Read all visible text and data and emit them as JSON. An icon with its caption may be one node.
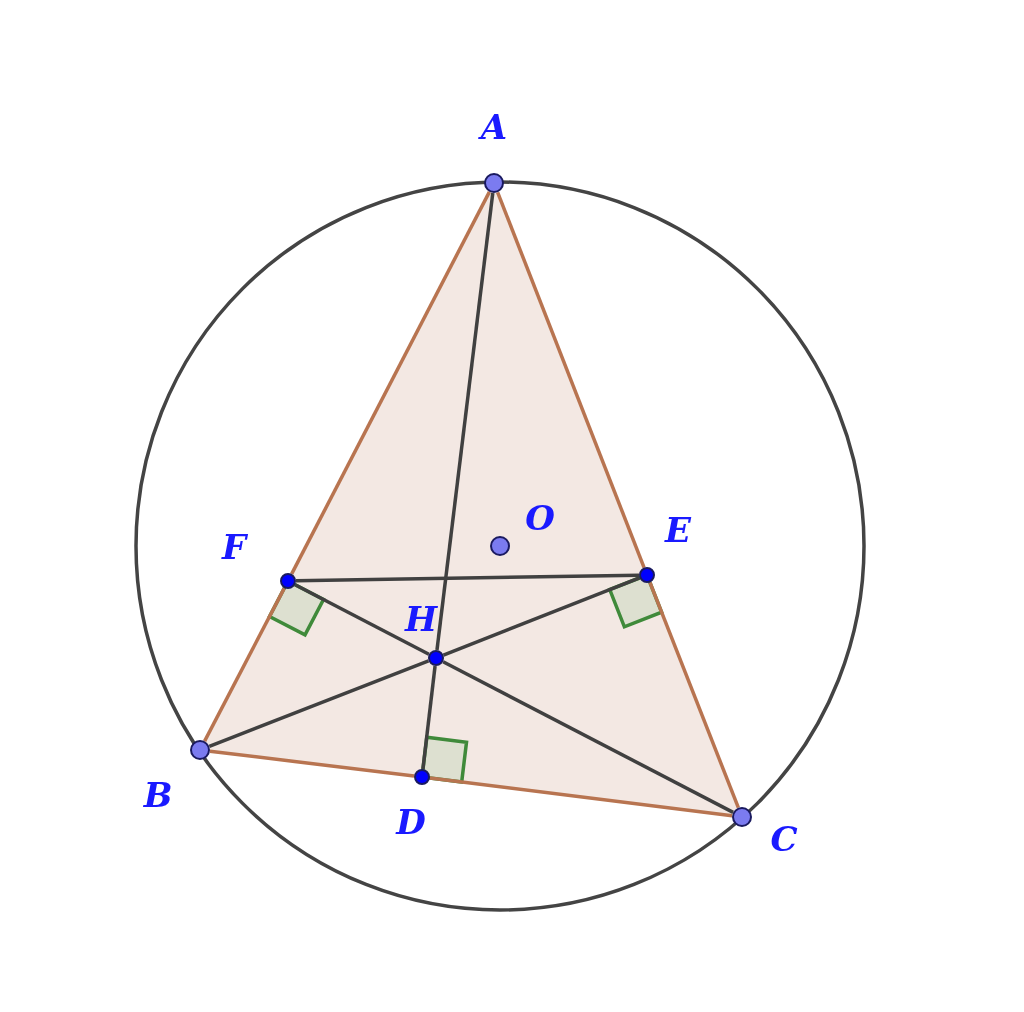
{
  "diagram": {
    "nodes": [
      {
        "text": [
          "A"
        ]
      },
      {
        "text": [
          "B"
        ]
      },
      {
        "text": [
          "C"
        ]
      },
      {
        "text": [
          "D"
        ]
      },
      {
        "text": [
          "E"
        ]
      },
      {
        "text": [
          "F"
        ]
      },
      {
        "text": [
          "H"
        ]
      },
      {
        "text": [
          "O"
        ]
      }
    ],
    "edges": [
      {
        "from": 0,
        "to": 5,
        "arrow": "none",
        "color": "#b87450"
      },
      {
        "from": 5,
        "to": 1,
        "arrow": "none",
        "color": "#b87450"
      },
      {
        "from": 1,
        "to": 3,
        "arrow": "none",
        "color": "#b87450"
      },
      {
        "from": 3,
        "to": 2,
        "arrow": "none",
        "color": "#b87450"
      },
      {
        "from": 2,
        "to": 4,
        "arrow": "none",
        "color": "#b87450"
      },
      {
        "from": 4,
        "to": 0,
        "arrow": "none",
        "color": "#b87450"
      },
      {
        "from": 0,
        "to": 6,
        "arrow": "none"
      },
      {
        "from": 6,
        "to": 3,
        "arrow": "none"
      },
      {
        "from": 1,
        "to": 6,
        "arrow": "none"
      },
      {
        "from": 6,
        "to": 4,
        "arrow": "none"
      },
      {
        "from": 2,
        "to": 6,
        "arrow": "none"
      },
      {
        "from": 6,
        "to": 5,
        "arrow": "none"
      },
      {
        "from": 5,
        "to": 4,
        "arrow": "none"
      }
    ]
  }
}
